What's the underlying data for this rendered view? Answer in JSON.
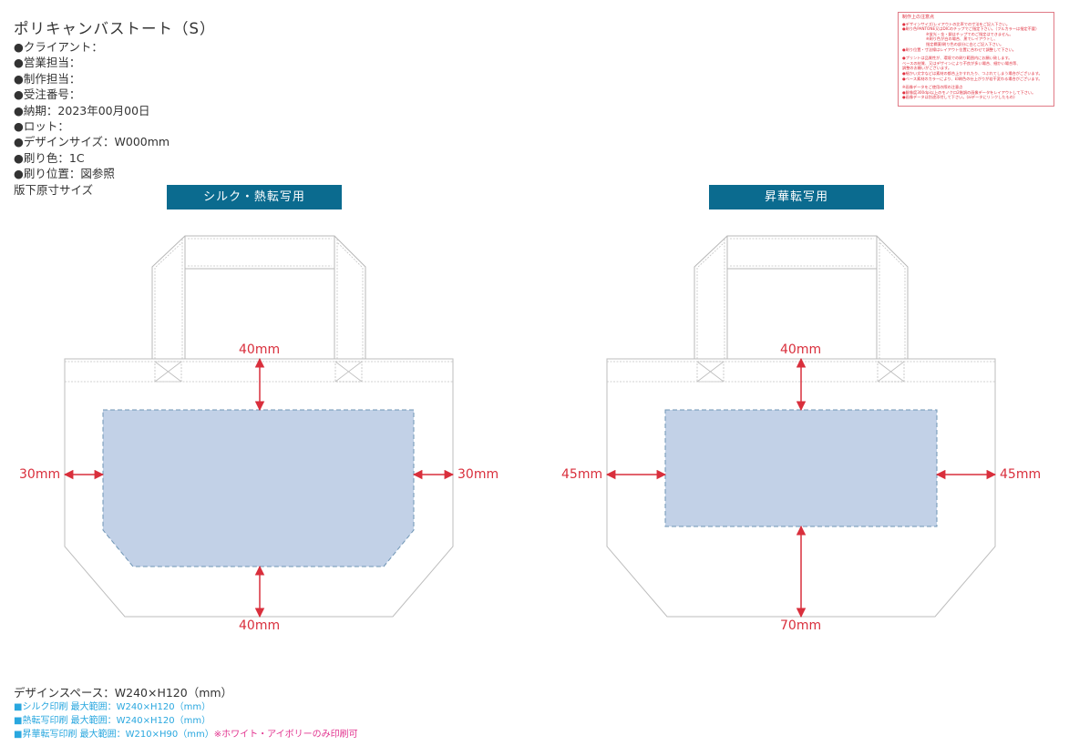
{
  "header": {
    "title": "ポリキャンバストート（S）",
    "lines": [
      "●クライアント：",
      "●営業担当：",
      "●制作担当：",
      "●受注番号：",
      "●納期：2023年00月00日",
      "●ロット：",
      "●デザインサイズ：W000mm",
      "●刷り色：1C",
      "●刷り位置：図参照",
      "版下原寸サイズ"
    ]
  },
  "notice": {
    "title": "制作上の注意点",
    "lines": [
      "●デザインサイズ/レイアウトの比率での寸法をご記入下さい。",
      "●刷り色PANTONE又はDICのチップでご指定下さい。（フルカラーは指定不要）",
      "※蛍光・金・銀はチップでのご指定はできません。",
      "※刷り色が白の場合、黒でレイアウトし、",
      "指定欄薬/刷り色の部分に白とご記入下さい。",
      "●刷り位置・寸法線はレイアウト位置に合わせて調整して下さい。",
      "●プリントは品質性が、環境での刷り範囲内にお願い致します。",
      "ベースの材質、又はデザインにより不良が多い場合、細かい場合等、",
      "調整のお願いがございます。",
      "●細かい文字などは素材の都合上かすれたり、つぶれてしまう場合がございます。",
      "●ベース素材のカラーにより、印刷色の仕上がりが若干変わる場合がございます。",
      "※画像データをご使用の際の注意点",
      "●解像度300dpi以上のモノクロ2階調の画像データをレイアウトして下さい。",
      "●画像データは別途添付して下さい。(aiデータにリンクしたもの)"
    ]
  },
  "panels": [
    {
      "banner": "シルク・熱転写用",
      "margins": {
        "top": "40mm",
        "left": "30mm",
        "right": "30mm",
        "bottom": "40mm"
      }
    },
    {
      "banner": "昇華転写用",
      "margins": {
        "top": "40mm",
        "left": "45mm",
        "right": "45mm",
        "bottom": "70mm"
      }
    }
  ],
  "footer": {
    "design_space": "デザインスペース：W240×H120（mm）",
    "specs": [
      {
        "text": "■シルク印刷 最大範囲：W240×H120（mm）",
        "note": ""
      },
      {
        "text": "■熱転写印刷 最大範囲：W240×H120（mm）",
        "note": ""
      },
      {
        "text": "■昇華転写印刷 最大範囲：W210×H90（mm）",
        "note": "※ホワイト・アイボリーのみ印刷可"
      }
    ]
  },
  "colors": {
    "banner": "#0b6b8f",
    "dimension": "#d92f3c",
    "print_area": "#c2d1e7",
    "spec_text": "#29a7df",
    "note_text": "#e2348f"
  }
}
